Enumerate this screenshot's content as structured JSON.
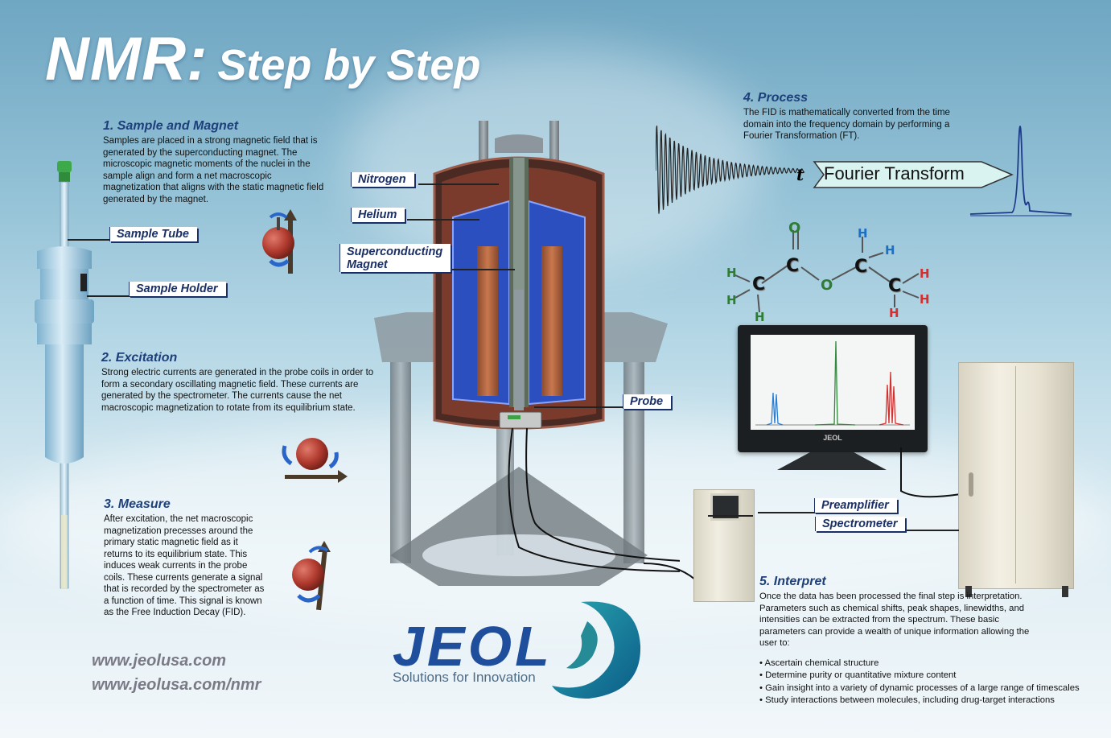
{
  "title": {
    "main": "NMR:",
    "sub": "Step by Step"
  },
  "steps": {
    "s1": {
      "heading": "1. Sample and Magnet",
      "body": "Samples are placed in a strong magnetic field that is generated by the superconducting magnet. The microscopic magnetic moments of the nuclei in the sample align and form a net macroscopic magnetization that aligns with the static magnetic field generated by the magnet."
    },
    "s2": {
      "heading": "2. Excitation",
      "body": "Strong electric currents are generated in the probe coils in order to form a secondary oscillating magnetic field. These currents are generated by the spectrometer. The currents cause the net macroscopic magnetization to rotate from its equilibrium state."
    },
    "s3": {
      "heading": "3. Measure",
      "body": "After excitation, the net macroscopic magnetization precesses around the primary static magnetic field as it returns to its equilibrium state.  This induces weak currents in the probe coils. These currents generate a signal that is recorded by the spectrometer as a function of time. This signal is known as the Free Induction Decay (FID)."
    },
    "s4": {
      "heading": "4. Process",
      "body": "The FID is mathematically converted from the time domain into the frequency domain by performing a Fourier Transformation (FT)."
    },
    "s5": {
      "heading": "5. Interpret",
      "body": "Once the data has been processed the final step is interpretation.  Parameters such as chemical shifts, peak shapes, linewidths, and intensities can be extracted from the spectrum. These basic parameters can provide a wealth of unique information allowing the user to:",
      "bullets": [
        "Ascertain chemical structure",
        "Determine purity or quantitative mixture content",
        "Gain insight into a variety of dynamic processes of a large range of timescales",
        "Study interactions between molecules, including drug-target interactions"
      ]
    }
  },
  "labels": {
    "sample_tube": "Sample Tube",
    "sample_holder": "Sample Holder",
    "nitrogen": "Nitrogen",
    "helium": "Helium",
    "magnet_line1": "Superconducting",
    "magnet_line2": "Magnet",
    "probe": "Probe",
    "preamplifier": "Preamplifier",
    "spectrometer": "Spectrometer"
  },
  "fourier": {
    "t_symbol": "t",
    "label": "Fourier Transform"
  },
  "molecule": {
    "carbon": "C",
    "oxygen": "O",
    "hydrogen": "H"
  },
  "monitor_brand": "JEOL",
  "brand": {
    "name": "JEOL",
    "tagline": "Solutions for Innovation"
  },
  "urls": [
    "www.jeolusa.com",
    "www.jeolusa.com/nmr"
  ],
  "colors": {
    "heading": "#1d3f7a",
    "label_text": "#1a2f66",
    "jeol_blue": "#1f4e9c",
    "jeol_teal": "#0e7f8c",
    "nitrogen_layer": "#7a3b2c",
    "helium_layer": "#2c4fc0",
    "magnet_coil": "#b5643f"
  }
}
